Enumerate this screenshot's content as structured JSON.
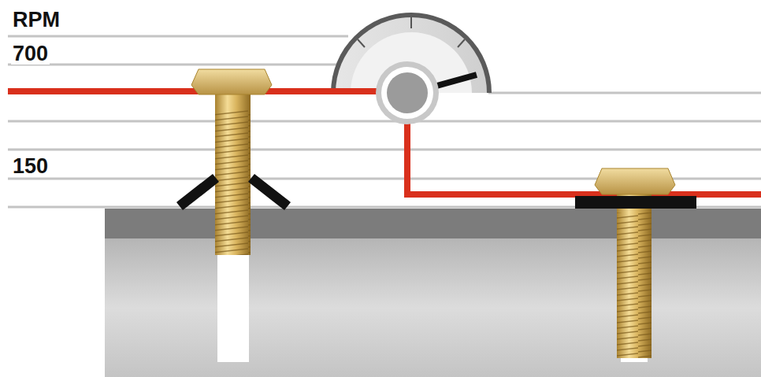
{
  "diagram": {
    "labels": [
      "RPM",
      "700",
      "150"
    ]
  }
}
